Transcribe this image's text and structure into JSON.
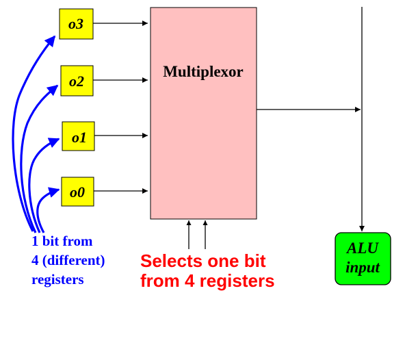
{
  "registers": [
    {
      "label": "o3"
    },
    {
      "label": "o2"
    },
    {
      "label": "o1"
    },
    {
      "label": "o0"
    }
  ],
  "multiplexor": {
    "label": "Multiplexor"
  },
  "alu": {
    "line1": "ALU",
    "line2": "input"
  },
  "annotations": {
    "blue_lines": [
      "1 bit from",
      "4 (different)",
      "registers"
    ],
    "red_lines": [
      "Selects one bit",
      "from 4 registers"
    ]
  },
  "colors": {
    "register_fill": "#ffff00",
    "multiplexor_fill": "#ffc0c0",
    "alu_fill": "#00ff00",
    "blue_annotation": "#0000ff",
    "red_annotation": "#ff0000"
  }
}
